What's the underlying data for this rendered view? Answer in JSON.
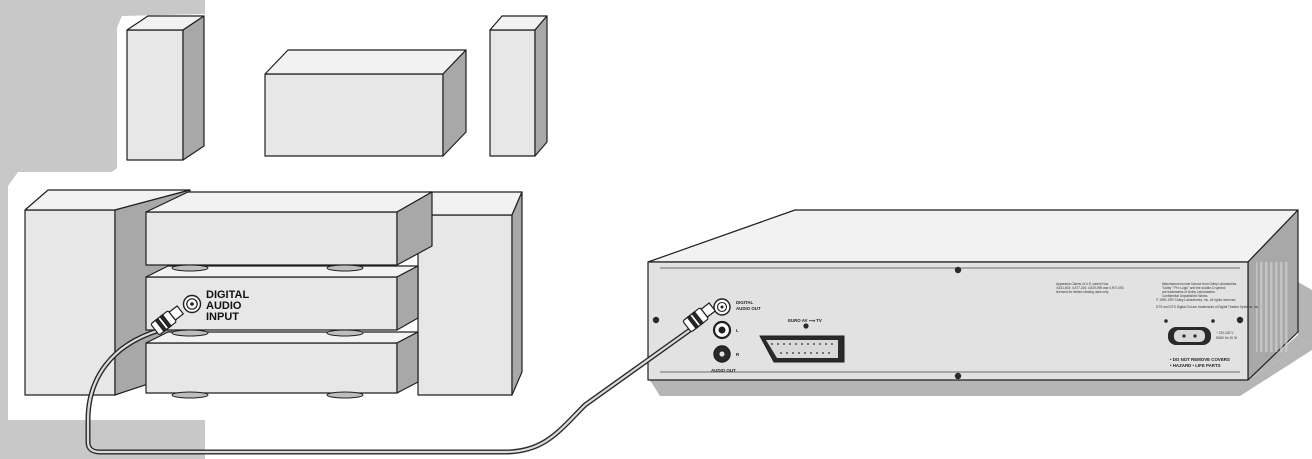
{
  "receiver": {
    "input_label_lines": [
      "DIGITAL",
      "AUDIO",
      "INPUT"
    ]
  },
  "player": {
    "digital_out_lines": [
      "DIGITAL",
      "AUDIO OUT"
    ],
    "left_channel": "L",
    "right_channel": "R",
    "audio_out_label": "AUDIO OUT",
    "euro_av_label": "EURO AV ⟶ TV",
    "warning_lines": [
      "• DO NOT REMOVE COVERS",
      "• HAZARD • LIFE PARTS"
    ],
    "voltage_lines": [
      "~ 220-240 V",
      "50/60 Hz 20 W"
    ],
    "patent_lines": [
      "Apparatus Claims of U.S. patent Nos.",
      "4,631,603; 4,577,216; 4,819,098 and 4,907,093",
      "licensed for limited viewing uses only."
    ],
    "dolby_lines": [
      "Manufactured under license from Dolby Laboratories.",
      "\"Dolby\" \"Pro Logic\" and the double-D symbol",
      "are trademarks of Dolby Laboratories.",
      "Confidential Unpublished Works.",
      "© 1992-1997 Dolby Laboratories, Inc. All rights reserved.",
      "DTS and DTS Digital Out are trademarks of Digital Theater Systems, Inc."
    ]
  },
  "colors": {
    "box_front": "#e7e7e7",
    "box_top": "#f2f2f2",
    "box_side": "#a8a8a8",
    "backdrop": "#c8c8c8",
    "outline": "#1f1f1f",
    "cable": "#3a3a3a"
  }
}
